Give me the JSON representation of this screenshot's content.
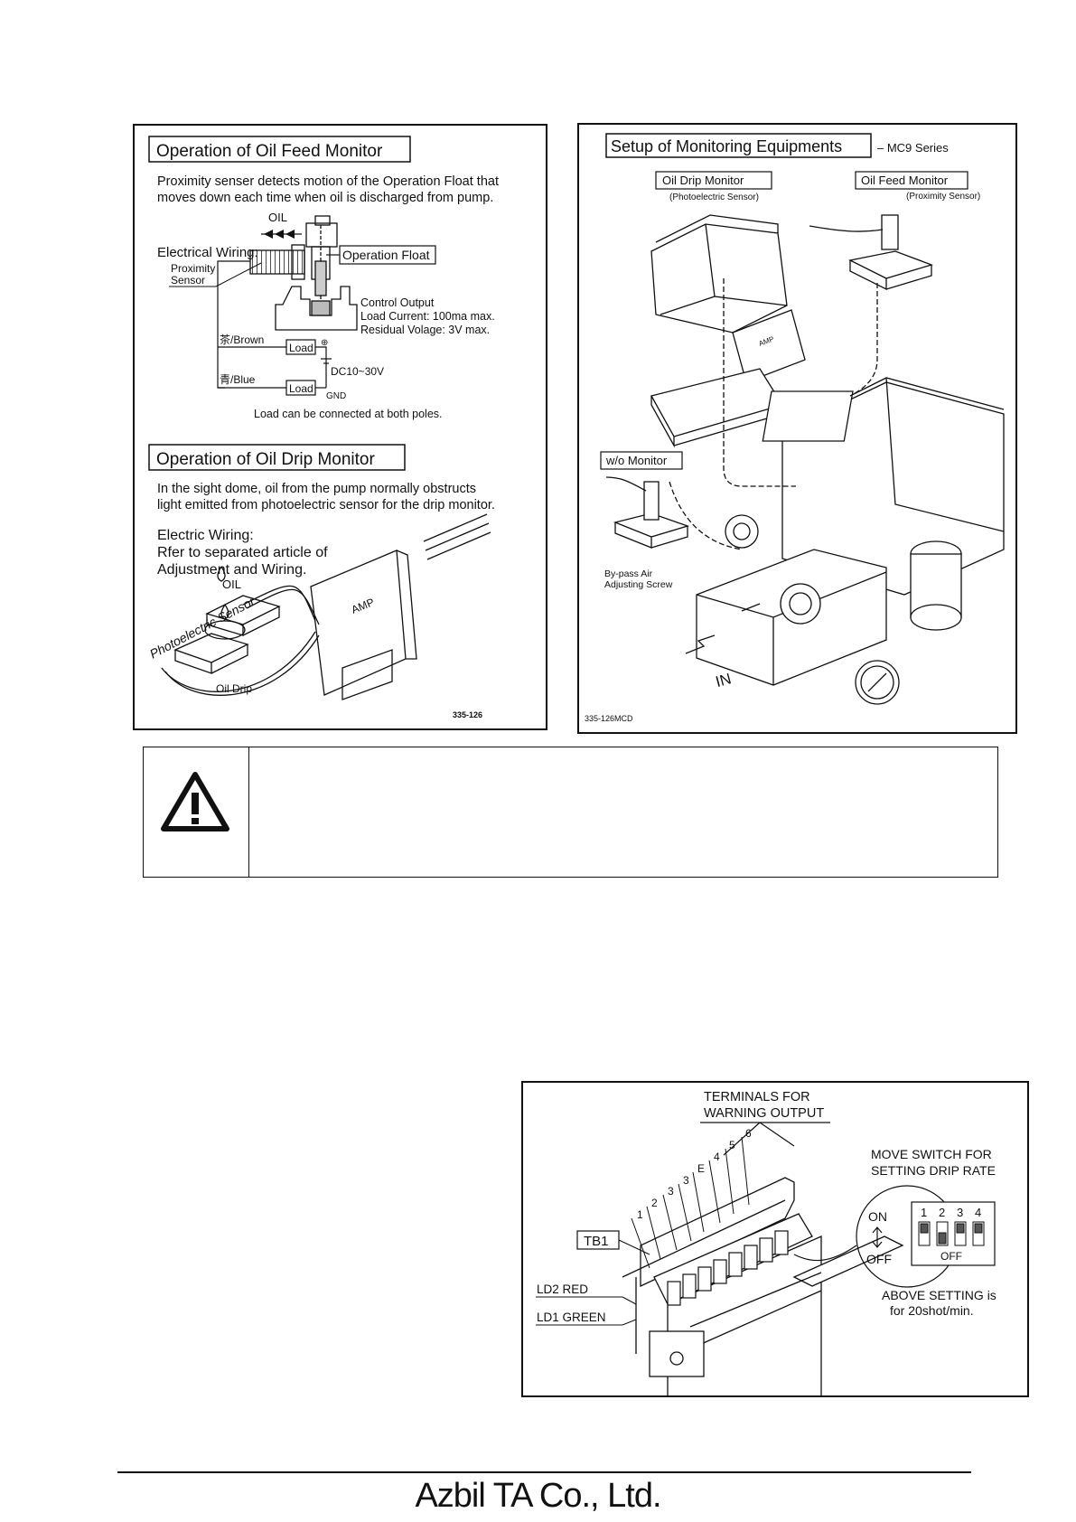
{
  "feed_panel": {
    "title": "Operation of Oil Feed Monitor",
    "desc_line1": "Proximity senser detects motion of the Operation Float that",
    "desc_line2": "moves down each time when oil is discharged from pump.",
    "oil_label": "OIL",
    "electrical_wiring": "Electrical Wiring:",
    "proximity_label_1": "Proximity",
    "proximity_label_2": "Sensor",
    "operation_float": "Operation Float",
    "control_output": "Control Output",
    "load_current": "Load Current:  100ma max.",
    "residual_voltage": "Residual Volage:  3V max.",
    "brown_wire": "茶/Brown",
    "blue_wire": "青/Blue",
    "load_1": "Load",
    "load_2": "Load",
    "plus_symbol": "⊕",
    "dc_voltage": "DC10~30V",
    "gnd": "GND",
    "load_note": "Load can be connected at both poles."
  },
  "drip_panel": {
    "title": "Operation of Oil Drip Monitor",
    "desc_line1": "In the sight dome, oil from the pump normally obstructs",
    "desc_line2": "light emitted from photoelectric sensor for the drip monitor.",
    "wiring_line1": "Electric Wiring:",
    "wiring_line2": "Rfer to separated article of",
    "wiring_line3": "Adjustment and Wiring.",
    "oil_label": "OIL",
    "photo_sensor": "Photoelectric Sensor",
    "oil_drip": "Oil Drip",
    "amp": "AMP",
    "fig_no": "335-126"
  },
  "setup_panel": {
    "title": "Setup of Monitoring Equipments",
    "series": "– MC9 Series",
    "drip_monitor": "Oil Drip Monitor",
    "drip_sensor": "(Photoelectric Sensor)",
    "feed_monitor": "Oil Feed Monitor",
    "feed_sensor": "(Proximity Sensor)",
    "wo_monitor": "w/o Monitor",
    "bypass_1": "By-pass Air",
    "bypass_2": "Adjusting Screw",
    "amp": "AMP",
    "in_label": "IN",
    "fig_no": "335-126MCD"
  },
  "caution": {
    "icon": "warning-triangle-icon",
    "text": ""
  },
  "terminal_panel": {
    "terminals_title_1": "TERMINALS FOR",
    "terminals_title_2": "WARNING OUTPUT",
    "terminal_numbers": [
      "1",
      "2",
      "3",
      "3",
      "E",
      "4",
      "5",
      "6"
    ],
    "tb1": "TB1",
    "ld2": "LD2 RED",
    "ld1": "LD1 GREEN",
    "move_switch_1": "MOVE SWITCH FOR",
    "move_switch_2": "SETTING DRIP RATE",
    "on": "ON",
    "off": "OFF",
    "switch_off": "OFF",
    "switch_numbers": [
      "1",
      "2",
      "3",
      "4"
    ],
    "above_1": "ABOVE SETTING is",
    "above_2": "for 20shot/min."
  },
  "footer": {
    "brand": "Azbil TA Co., Ltd."
  }
}
